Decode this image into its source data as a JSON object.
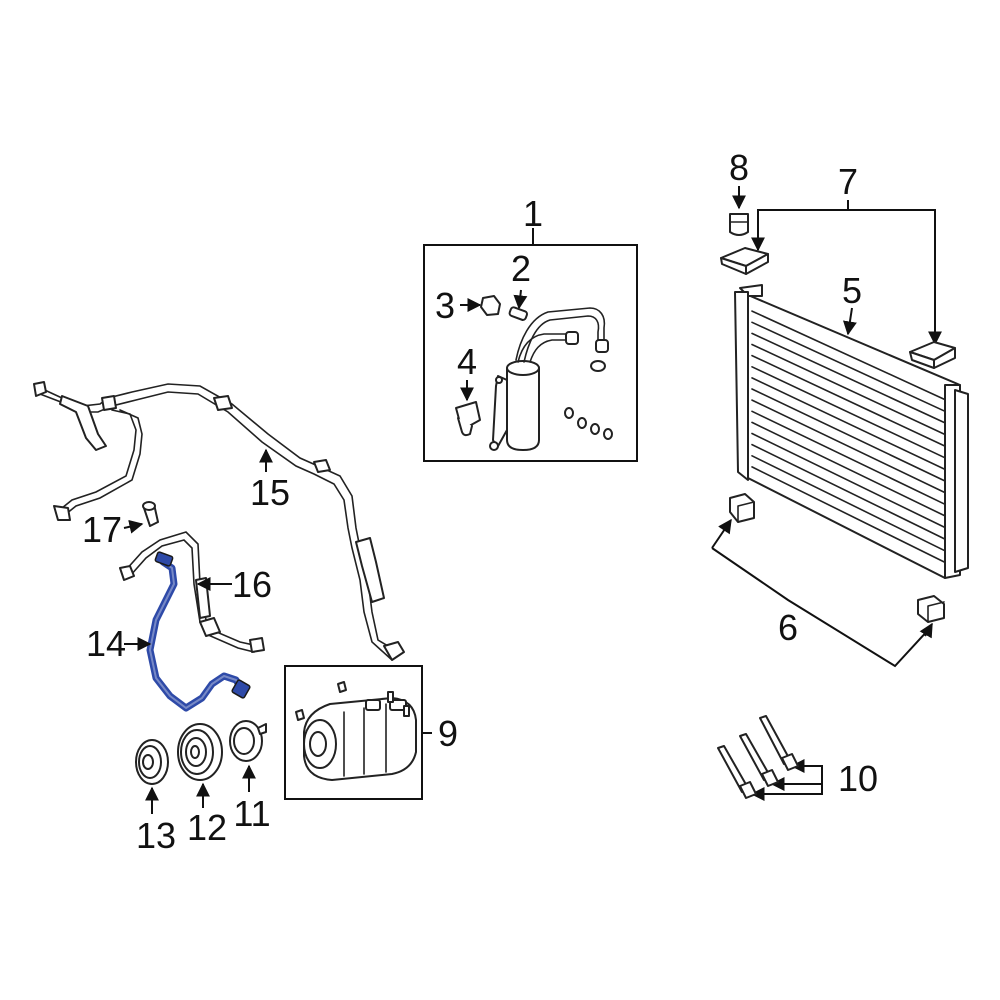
{
  "callouts": {
    "c1": "1",
    "c2": "2",
    "c3": "3",
    "c4": "4",
    "c5": "5",
    "c6": "6",
    "c7": "7",
    "c8": "8",
    "c9": "9",
    "c10": "10",
    "c11": "11",
    "c12": "12",
    "c13": "13",
    "c14": "14",
    "c15": "15",
    "c16": "16",
    "c17": "17"
  },
  "colors": {
    "highlight": "#2e4aa8",
    "line": "#222222",
    "background": "#ffffff"
  }
}
